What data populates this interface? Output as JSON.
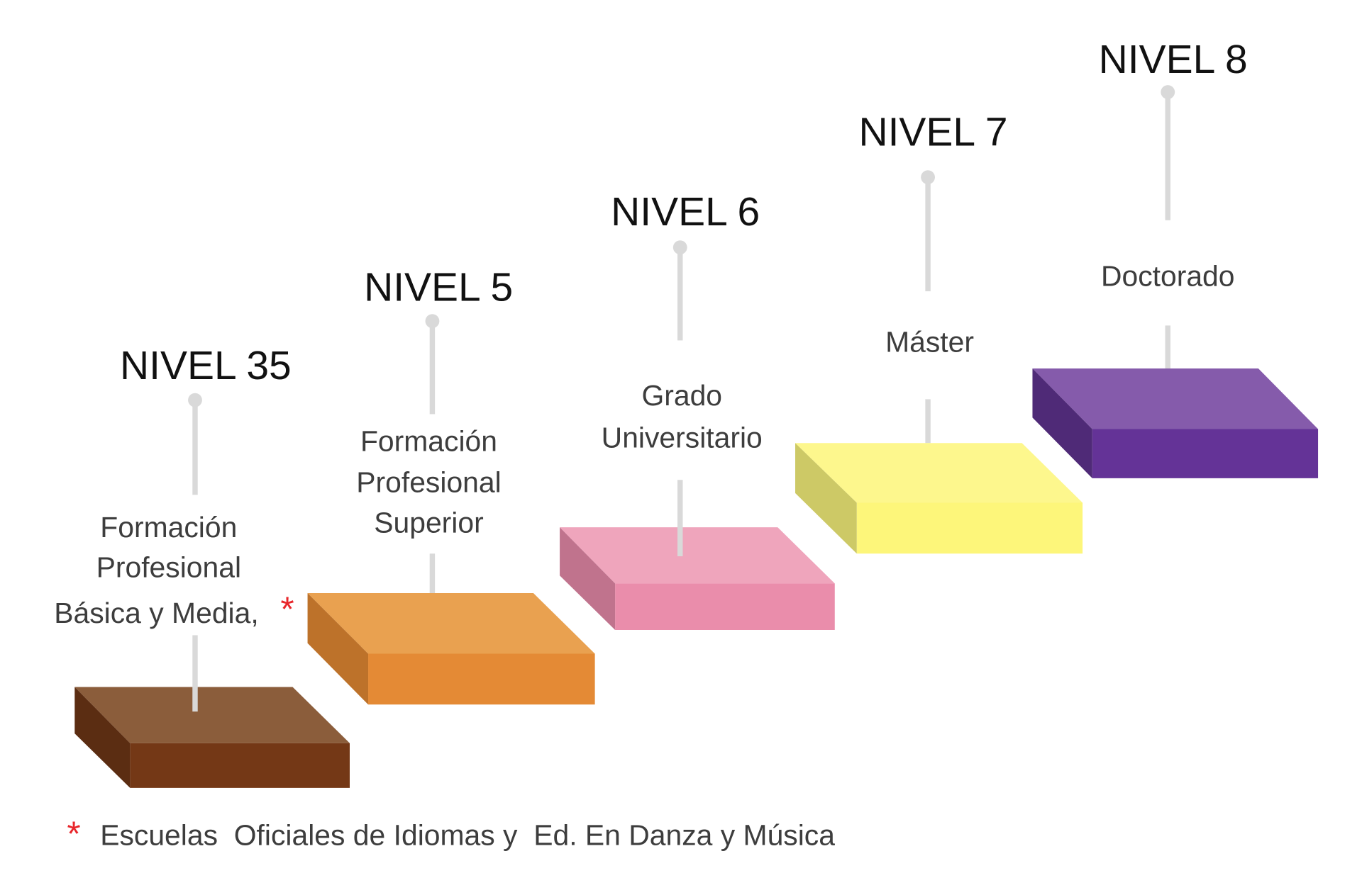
{
  "diagram": {
    "type": "staircase",
    "connector_color": "#d9d9d9",
    "levels": [
      {
        "title": "NIVEL 35",
        "description": [
          "Formación",
          "Profesional",
          "Básica y Media,"
        ],
        "has_asterisk": true,
        "colors": {
          "top": "#8b5d3b",
          "front": "#743816",
          "side": "#5b2d12"
        }
      },
      {
        "title": "NIVEL 5",
        "description": [
          "Formación",
          "Profesional",
          "Superior"
        ],
        "has_asterisk": false,
        "colors": {
          "top": "#e9a150",
          "front": "#e48a35",
          "side": "#bd722a"
        }
      },
      {
        "title": "NIVEL 6",
        "description": [
          "Grado",
          "Universitario"
        ],
        "has_asterisk": false,
        "colors": {
          "top": "#efa5bc",
          "front": "#ea8dab",
          "side": "#c0738d"
        }
      },
      {
        "title": "NIVEL 7",
        "description": [
          "Máster"
        ],
        "has_asterisk": false,
        "colors": {
          "top": "#fdf78d",
          "front": "#fdf67a",
          "side": "#cdc966"
        }
      },
      {
        "title": "NIVEL 8",
        "description": [
          "Doctorado"
        ],
        "has_asterisk": false,
        "colors": {
          "top": "#855bab",
          "front": "#643397",
          "side": "#4f2a77"
        }
      }
    ],
    "footnote": {
      "marker": "*",
      "text": "Escuelas  Oficiales de Idiomas y  Ed. En Danza y Música",
      "marker_color": "#e8262b"
    }
  }
}
